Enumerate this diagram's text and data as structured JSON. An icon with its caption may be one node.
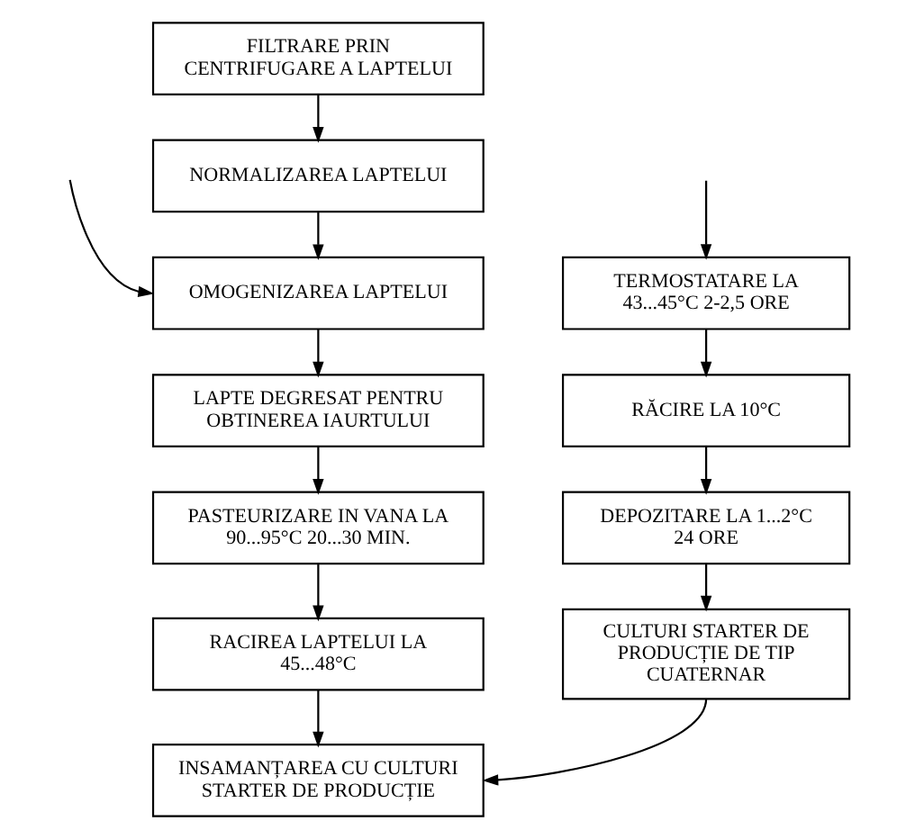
{
  "diagram": {
    "nodes": [
      {
        "text": [
          "FILTRARE PRIN CENTRIFUGARE A LAPTELUI"
        ]
      },
      {
        "text": [
          "NORMALIZAREA LAPTELUI"
        ]
      },
      {
        "text": [
          "OMOGENIZAREA LAPTELUI"
        ]
      },
      {
        "text": [
          "LAPTE DEGRESAT PENTRU OBTINEREA IAURTULUI"
        ]
      },
      {
        "text": [
          "PASTEURIZARE IN VANA LA 90...95°C 20...30 MIN."
        ]
      },
      {
        "text": [
          "RACIREA LAPTELUI LA 45...48°C"
        ]
      },
      {
        "text": [
          "INSAMANȚAREA CU CULTURI STARTER DE PRODUCȚIE"
        ]
      },
      {
        "text": [
          "TERMOSTATARE LA 43...45°C 2-2,5 ORE"
        ]
      },
      {
        "text": [
          "RĂCIRE LA 10°C"
        ]
      },
      {
        "text": [
          "DEPOZITARE LA 1...2°C 24 ORE"
        ]
      },
      {
        "text": [
          "CULTURI STARTER DE PRODUCȚIE DE TIP CUATERNAR"
        ]
      }
    ],
    "edges": [
      {
        "from": 0,
        "to": 1,
        "arrow": "to"
      },
      {
        "from": 1,
        "to": 2,
        "arrow": "to"
      },
      {
        "from": null,
        "to": 2,
        "arrow": "to"
      },
      {
        "from": 2,
        "to": 3,
        "arrow": "to"
      },
      {
        "from": 3,
        "to": 4,
        "arrow": "to"
      },
      {
        "from": 4,
        "to": 5,
        "arrow": "to"
      },
      {
        "from": 5,
        "to": 6,
        "arrow": "to"
      },
      {
        "from": null,
        "to": 7,
        "arrow": "to"
      },
      {
        "from": 7,
        "to": 8,
        "arrow": "to"
      },
      {
        "from": 8,
        "to": 9,
        "arrow": "to"
      },
      {
        "from": 9,
        "to": 10,
        "arrow": "to"
      },
      {
        "from": 10,
        "to": 6,
        "arrow": "to"
      }
    ]
  }
}
